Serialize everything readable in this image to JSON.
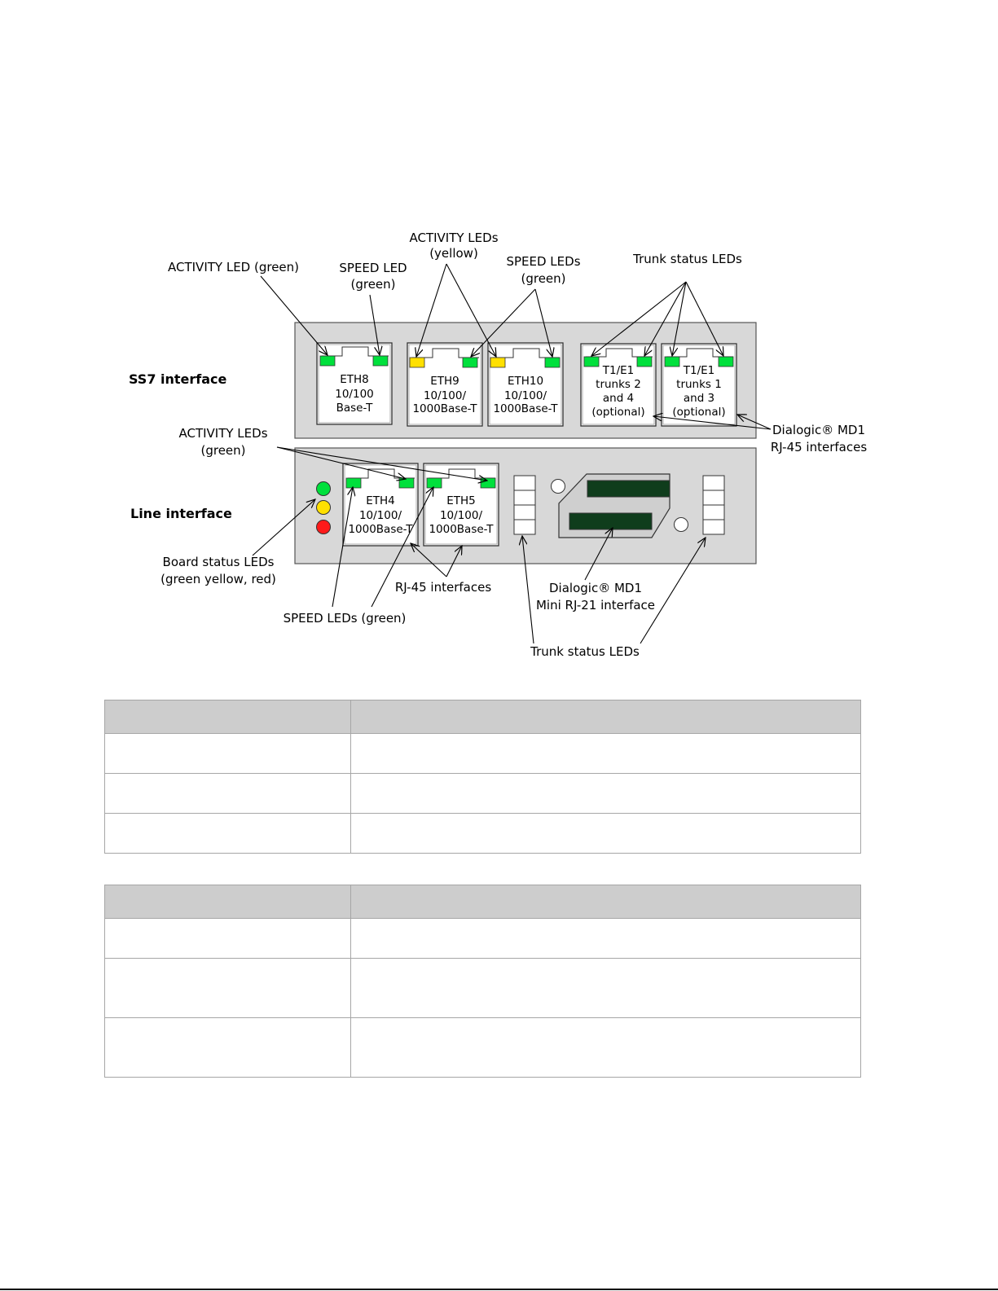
{
  "labels": {
    "ss7_interface": "SS7 interface",
    "line_interface": "Line interface",
    "activity_led_green": "ACTIVITY LED (green)",
    "speed_led_l1": "SPEED LED",
    "speed_led_l2": "(green)",
    "activity_leds_yellow_l1": "ACTIVITY LEDs",
    "activity_leds_yellow_l2": "(yellow)",
    "speed_leds_green_l1": "SPEED LEDs",
    "speed_leds_green_l2": "(green)",
    "trunk_status_leds_top": "Trunk status LEDs",
    "md1_rj45_l1": "Dialogic® MD1",
    "md1_rj45_l2": "RJ-45 interfaces",
    "activity_leds_green_l1": "ACTIVITY LEDs",
    "activity_leds_green_l2": "(green)",
    "board_status_l1": "Board status LEDs",
    "board_status_l2": "(green yellow, red)",
    "rj45_interfaces": "RJ-45 interfaces",
    "speed_leds_bottom": "SPEED LEDs (green)",
    "mini_rj21_l1": "Dialogic® MD1",
    "mini_rj21_l2": "Mini RJ-21 interface",
    "trunk_status_leds_bottom": "Trunk status LEDs"
  },
  "ports": {
    "eth8": [
      "ETH8",
      "10/100",
      "Base-T"
    ],
    "eth9": [
      "ETH9",
      "10/100/",
      "1000Base-T"
    ],
    "eth10": [
      "ETH10",
      "10/100/",
      "1000Base-T"
    ],
    "t1e1_24": [
      "T1/E1",
      "trunks 2",
      "and 4",
      "(optional)"
    ],
    "t1e1_13": [
      "T1/E1",
      "trunks 1",
      "and 3",
      "(optional)"
    ],
    "eth4": [
      "ETH4",
      "10/100/",
      "1000Base-T"
    ],
    "eth5": [
      "ETH5",
      "10/100/",
      "1000Base-T"
    ]
  },
  "colors": {
    "panel": "#d8d8d8",
    "led_green": "#00e03c",
    "led_yellow": "#ffe000",
    "led_red": "#ff1a1a",
    "rj21_slot": "#0f3d1c",
    "table_header": "#cdcdcd"
  }
}
